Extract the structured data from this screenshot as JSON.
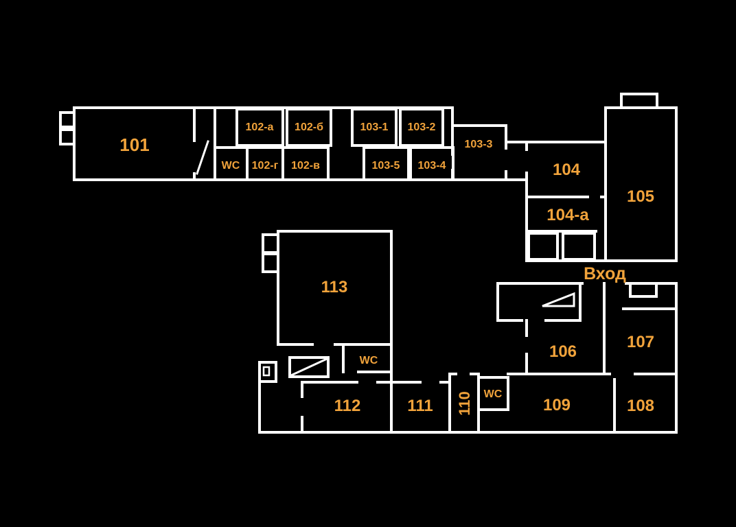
{
  "floorplan": {
    "colors": {
      "background": "#000000",
      "wall": "#ffffff",
      "label": "#f1a33b"
    },
    "rooms": {
      "r101": "101",
      "r102a": "102-а",
      "r102b": "102-б",
      "r102g": "102-г",
      "r102v": "102-в",
      "wc_upper": "WC",
      "r103_1": "103-1",
      "r103_2": "103-2",
      "r103_3": "103-3",
      "r103_4": "103-4",
      "r103_5": "103-5",
      "r104": "104",
      "r104a": "104-а",
      "r105": "105",
      "r106": "106",
      "r107": "107",
      "r108": "108",
      "r109": "109",
      "r110": "110",
      "r111": "111",
      "r112": "112",
      "r113": "113",
      "wc_middle": "WC",
      "wc_lower": "WC",
      "entrance": "Вход"
    }
  }
}
